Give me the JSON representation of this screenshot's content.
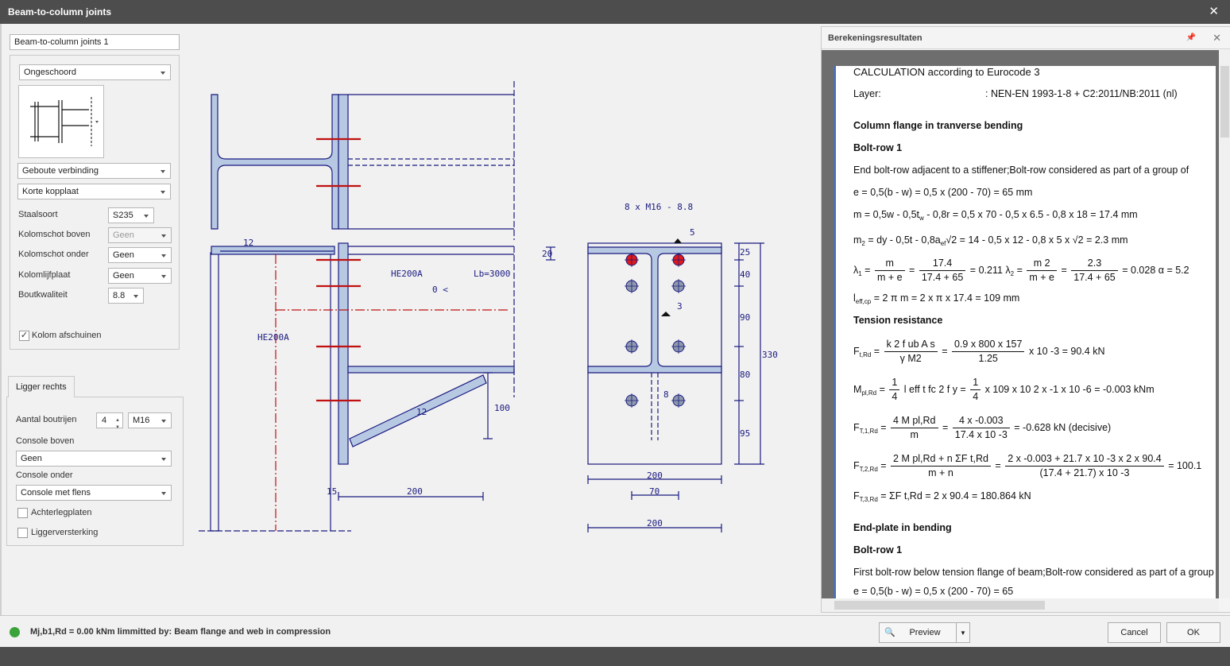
{
  "window": {
    "title": "Beam-to-column joints"
  },
  "left": {
    "name_value": "Beam-to-column joints 1",
    "bracing": "Ongeschoord",
    "connection_type": "Geboute verbinding",
    "plate_type": "Korte kopplaat",
    "rows": [
      {
        "label": "Staalsoort",
        "value": "S235",
        "enabled": true
      },
      {
        "label": "Kolomschot boven",
        "value": "Geen",
        "enabled": false
      },
      {
        "label": "Kolomschot onder",
        "value": "Geen",
        "enabled": true
      },
      {
        "label": "Kolomlijfplaat",
        "value": "Geen",
        "enabled": true
      },
      {
        "label": "Boutkwaliteit",
        "value": "8.8",
        "enabled": true
      }
    ],
    "chamfer_label": "Kolom afschuinen",
    "chamfer_checked": "✓",
    "tab_label": "Ligger rechts",
    "bolt_rows_label": "Aantal boutrijen",
    "bolt_rows_value": "4",
    "bolt_size": "M16",
    "console_top_label": "Console boven",
    "console_top_value": "Geen",
    "console_bottom_label": "Console onder",
    "console_bottom_value": "Console met flens",
    "backing_label": "Achterlegplaten",
    "stiffening_label": "Liggerversterking"
  },
  "drawing": {
    "bolt_spec": "8 x M16 - 8.8",
    "column_profile": "HE200A",
    "beam_profile": "HE200A",
    "beam_length": "Lb=3000",
    "angle": "0 <",
    "dims": {
      "d12a": "12",
      "d12b": "12",
      "d15": "15",
      "d200a": "200",
      "d100": "100",
      "d20": "20",
      "d5": "5",
      "d3": "3",
      "d8": "8",
      "d25": "25",
      "d40": "40",
      "d90": "90",
      "d80": "80",
      "d95": "95",
      "d330": "330",
      "d200b": "200",
      "d70": "70",
      "d200c": "200"
    },
    "colors": {
      "steel": "#b7c9e2",
      "line": "#1a1a80",
      "bolt_active": "#e01818",
      "bolt": "#8e99ad",
      "red": "#c01010"
    }
  },
  "results": {
    "title": "Berekeningsresultaten",
    "heading": "CALCULATION according to Eurocode 3",
    "layer_label": "Layer:",
    "layer_value": ":  NEN-EN 1993-1-8 + C2:2011/NB:2011 (nl)",
    "sec1": "Column flange in tranverse bending",
    "boltrow1": "Bolt-row 1",
    "line1": "End bolt-row adjacent to a stiffener;Bolt-row considered as  part of a group of",
    "line_e": "e = 0,5(b - w) = 0,5 x (200 - 70) = 65 mm",
    "line_m_a": "m = 0,5w - 0,5t",
    "line_m_b": " - 0,8r = 0,5 x 70 - 0,5 x 6.5 - 0,8 x 18 = 17.4 mm",
    "line_m2_a": "m",
    "line_m2_b": " = dy - 0,5t - 0,8a",
    "line_m2_c": " = 14 - 0,5 x 12 - 0,8 x 5 x",
    "line_m2_d": " = 2.3 mm",
    "lambda_line": {
      "f1n": "m",
      "f1d": "m + e",
      "f2n": "17.4",
      "f2d": "17.4 + 65",
      "r1": "= 0.211",
      "f3n": "m 2",
      "f3d": "m + e",
      "f4n": "2.3",
      "f4d": "17.4 + 65",
      "r2": "= 0.028  α  = 5.2"
    },
    "leff_line": "= 2 π  m = 2 x π  x 17.4 = 109 mm",
    "sec2": "Tension resistance",
    "ft_line": {
      "n1": "k 2  f ub  A s",
      "d1": "γ M2",
      "n2": "0.9 x 800 x 157",
      "d2": "1.25",
      "r": "x 10 -3  = 90.4 kN"
    },
    "mpl_line": {
      "n1": "1",
      "d1": "4",
      "mid": "l eff  t fc 2  f y  =",
      "n2": "1",
      "d2": "4",
      "r": "x 109 x 10  2  x -1  x 10 -6  = -0.003 kNm"
    },
    "ft1_line": {
      "n1": "4 M pl,Rd",
      "d1": "m",
      "n2": "4 x -0.003",
      "d2": "17.4 x 10 -3",
      "r": "= -0.628 kN   (decisive)"
    },
    "ft2_line": {
      "n1": "2 M pl,Rd  + n ΣF t,Rd",
      "d1": "m + n",
      "n2": "2 x -0.003 + 21.7 x 10  -3  x 2 x 90.4",
      "d2": "(17.4 + 21.7) x 10  -3",
      "r": "= 100.1"
    },
    "ft3_line": "= ΣF t,Rd = 2 x 90.4 = 180.864 kN",
    "sec3": "End-plate in bending",
    "boltrow1b": "Bolt-row 1",
    "line_last": "First bolt-row below tension flange of beam;Bolt-row considered as  part of a group",
    "line_cut": "e = 0,5(b - w) = 0,5 x (200 - 70) = 65"
  },
  "status": {
    "message": "Mj,b1,Rd = 0.00 kNm limmitted by:  Beam flange and web in compression"
  },
  "buttons": {
    "preview": "Preview",
    "cancel": "Cancel",
    "ok": "OK"
  }
}
